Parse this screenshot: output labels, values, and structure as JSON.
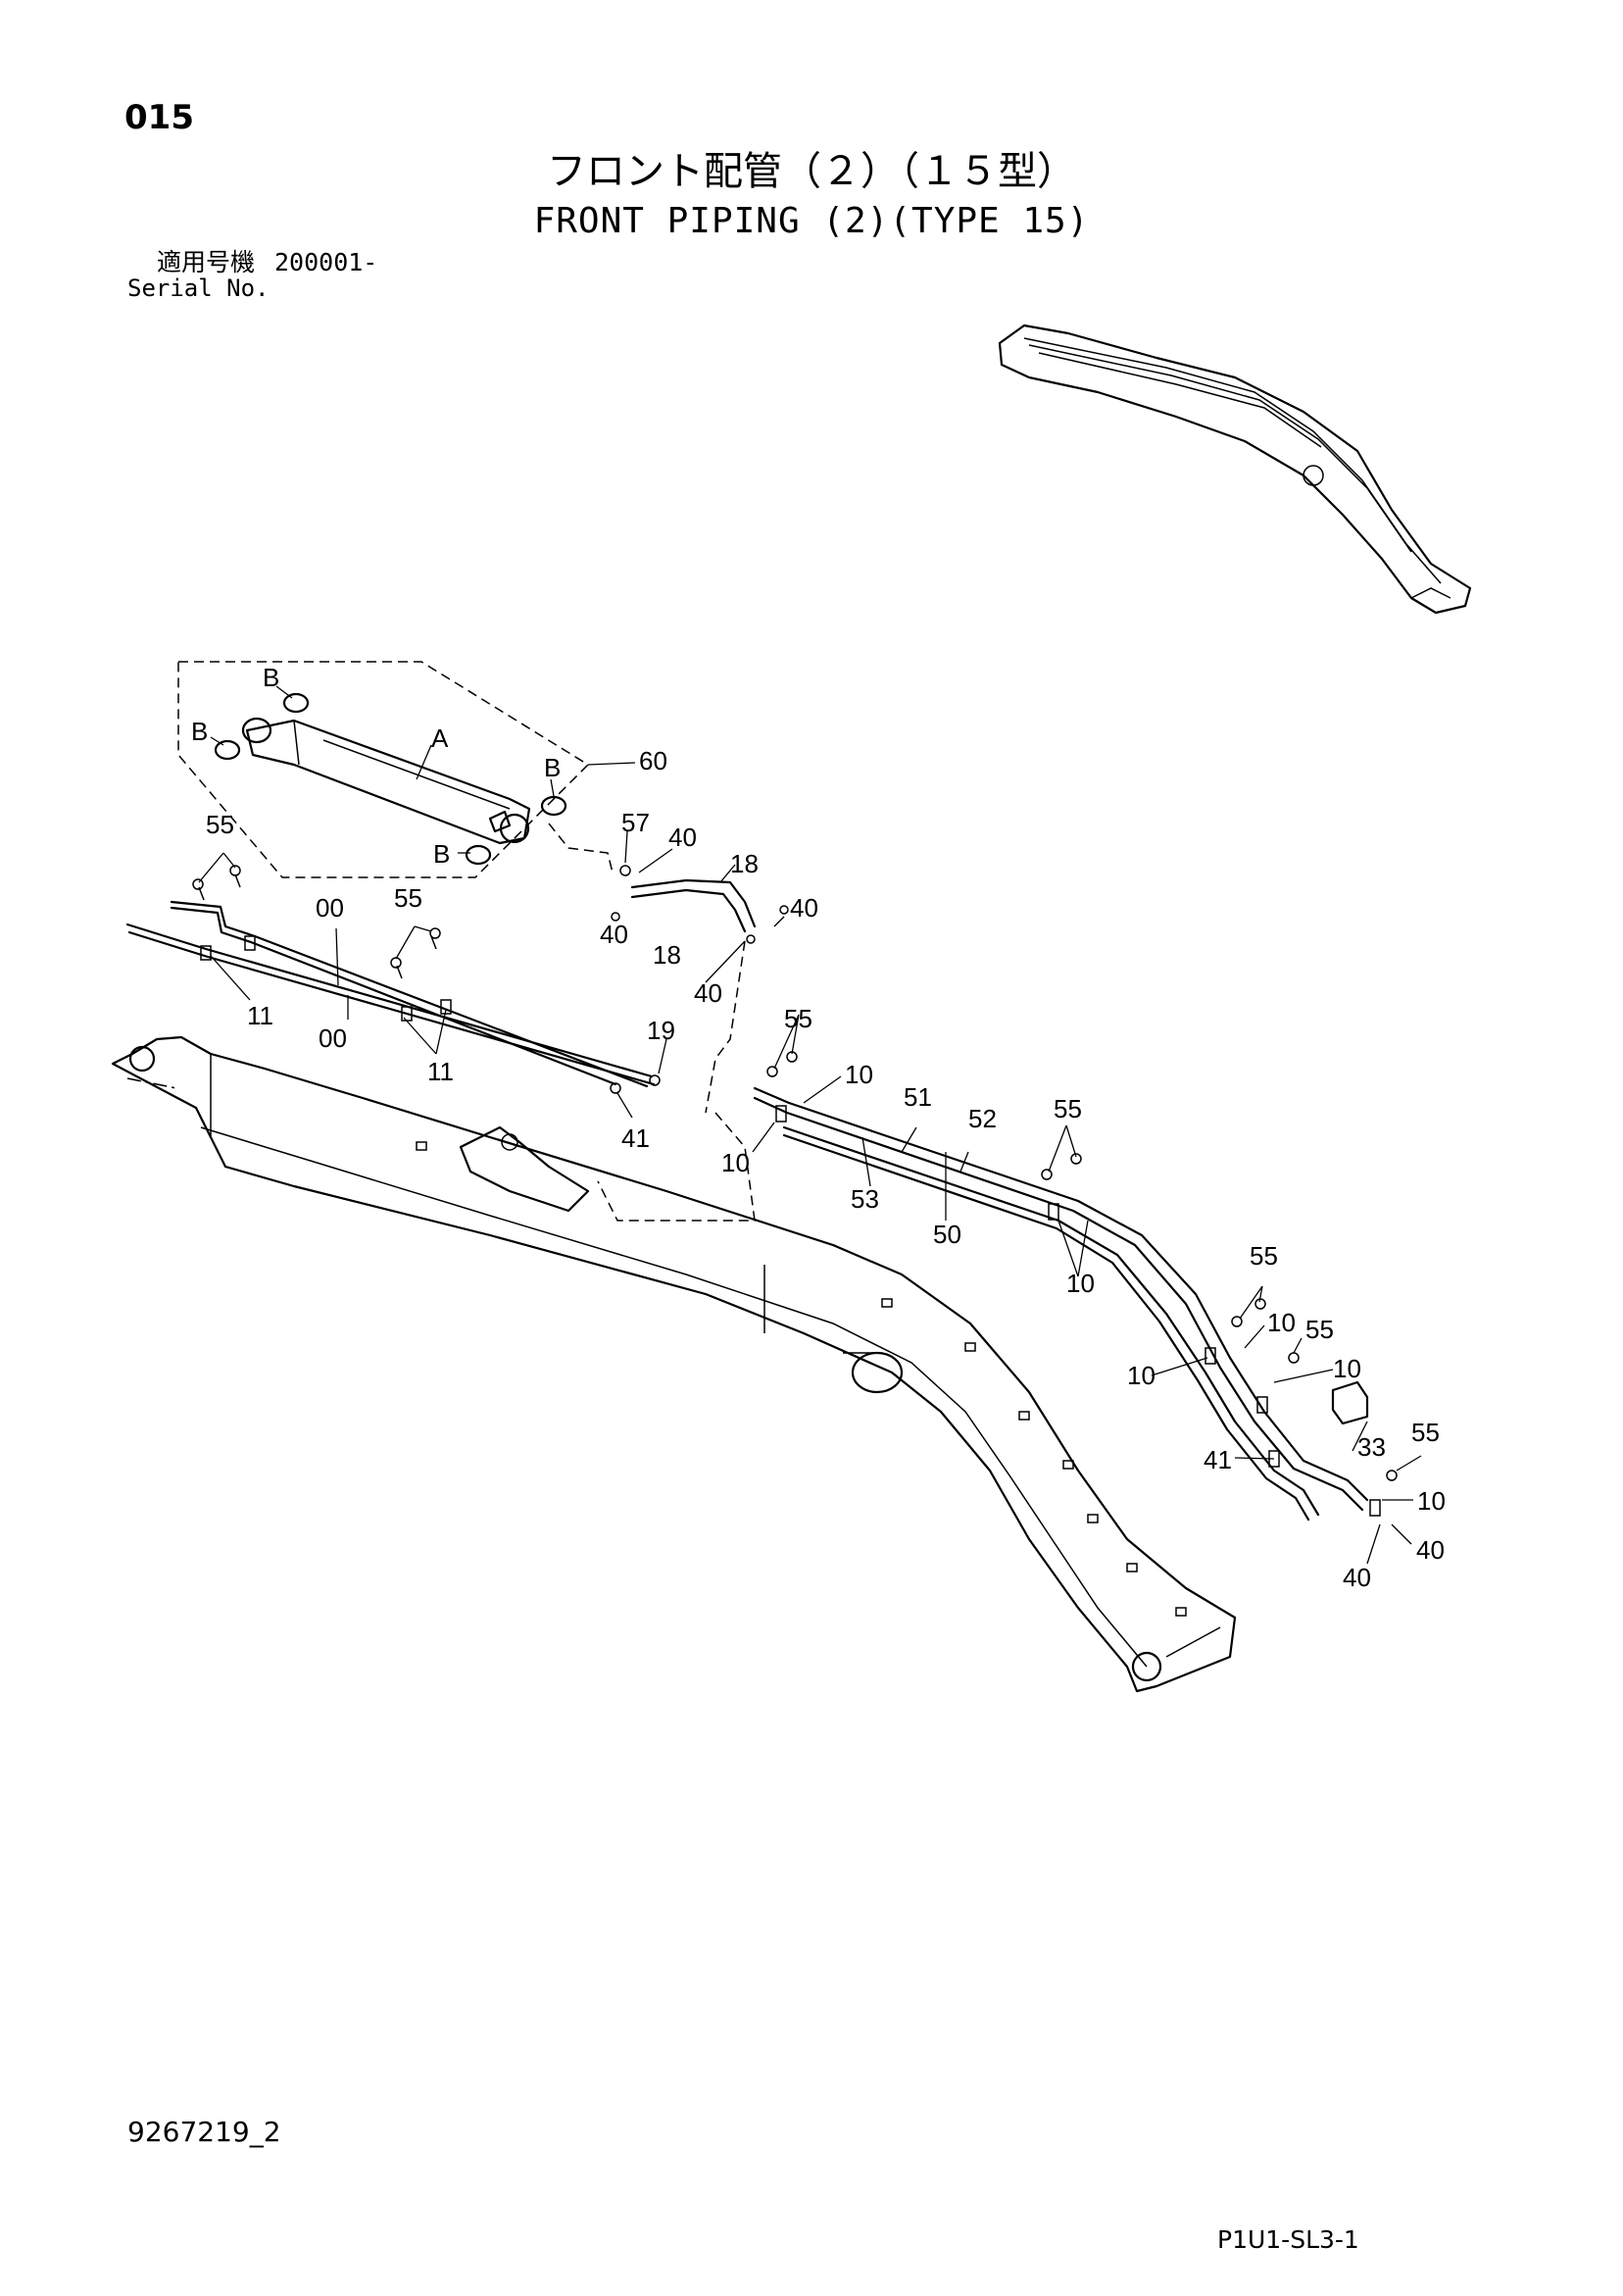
{
  "header": {
    "page_number": "015",
    "title_ja": "フロント配管（２）（１５型）",
    "title_en": "FRONT PIPING (2)(TYPE 15)",
    "serial_label_ja": "適用号機",
    "serial_value": "200001-",
    "serial_label_en": "Serial No."
  },
  "footer": {
    "drawing_number": "9267219_2",
    "figure_code": "P1U1-SL3-1"
  },
  "callouts": {
    "B": "B",
    "A": "A",
    "n00": "00",
    "n10": "10",
    "n11": "11",
    "n18": "18",
    "n19": "19",
    "n33": "33",
    "n40": "40",
    "n41": "41",
    "n50": "50",
    "n51": "51",
    "n52": "52",
    "n53": "53",
    "n55": "55",
    "n57": "57",
    "n60": "60"
  }
}
